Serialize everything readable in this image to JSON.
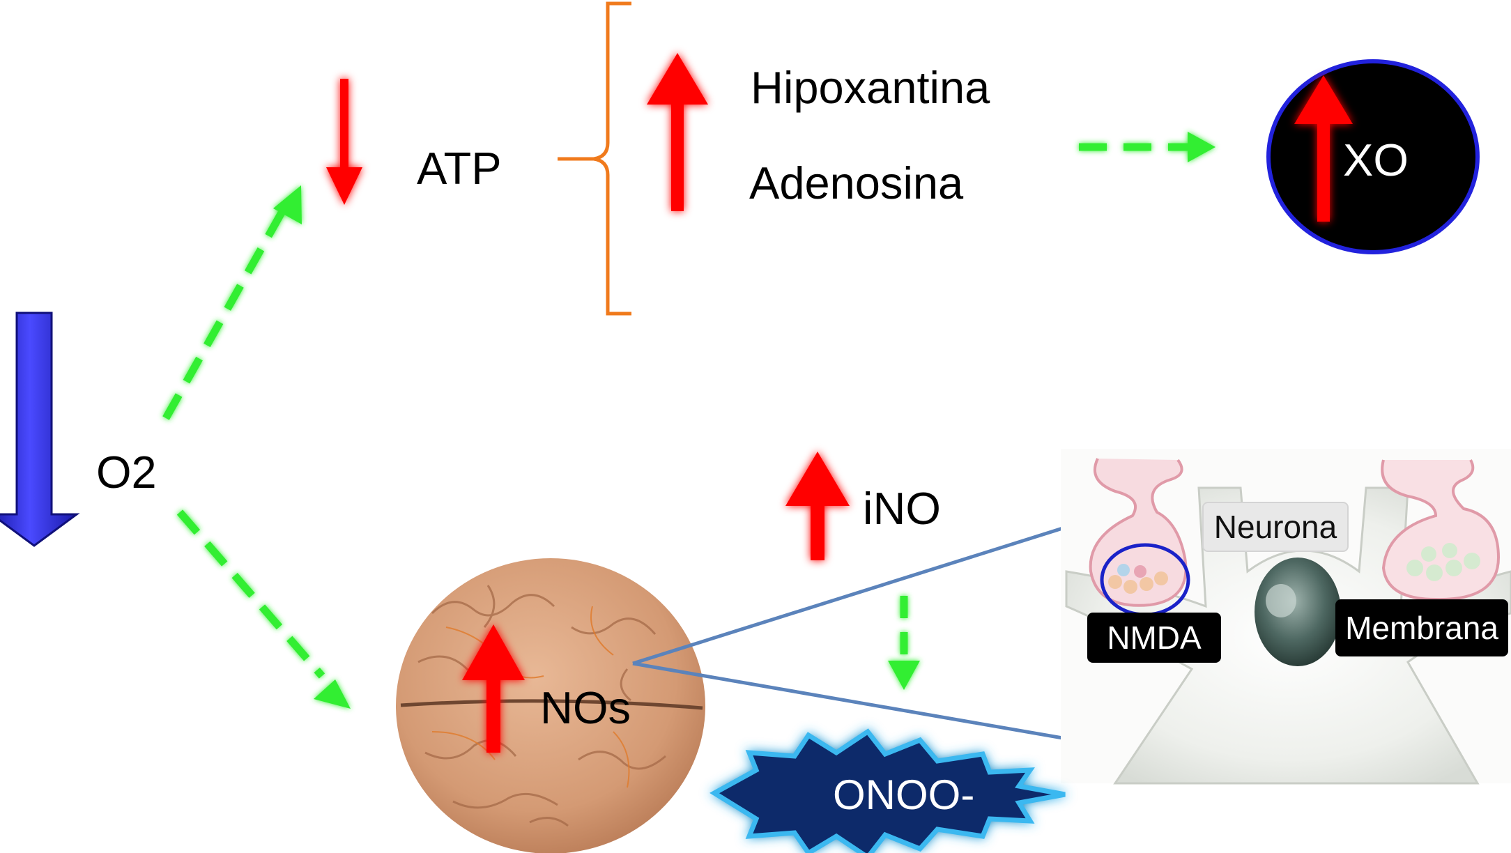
{
  "nodes": {
    "o2": "O2",
    "atp": "ATP",
    "hipoxantina": "Hipoxantina",
    "adenosina": "Adenosina",
    "xo": "XO",
    "ino": "iNO",
    "nos": "NOs",
    "onoo": "ONOO-"
  },
  "neuron_labels": {
    "neurona": "Neurona",
    "nmda": "NMDA",
    "membrana": "Membrana"
  },
  "colors": {
    "increase_arrow": "#ff0000",
    "flow_arrow": "#33ee33",
    "o2_arrow": "#2a2ad8",
    "bracket": "#f07a1c",
    "xo_fill": "#000000",
    "xo_border": "#2222dd",
    "zoom_lines": "#5b83bb",
    "onoo_fill": "#0f2a6b",
    "onoo_glow": "#3ab8f0",
    "brain": "#d9a27e"
  },
  "icons": {
    "o2": "arrow-down-icon",
    "atp": "arrow-down-icon",
    "purines": "arrow-up-icon",
    "xo": "arrow-up-icon",
    "ino": "arrow-up-icon",
    "nos": "arrow-up-icon"
  }
}
